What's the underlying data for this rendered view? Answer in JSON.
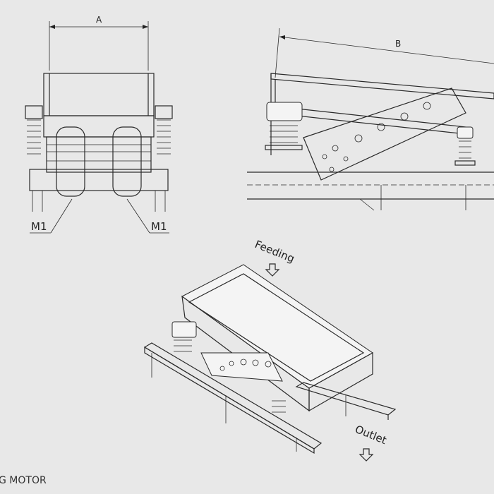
{
  "labels": {
    "dim_a": "A",
    "dim_b": "B",
    "motor_left": "M1",
    "motor_right": "M1",
    "feeding": "Feeding",
    "outlet": "Outlet"
  },
  "caption": "G MOTOR"
}
